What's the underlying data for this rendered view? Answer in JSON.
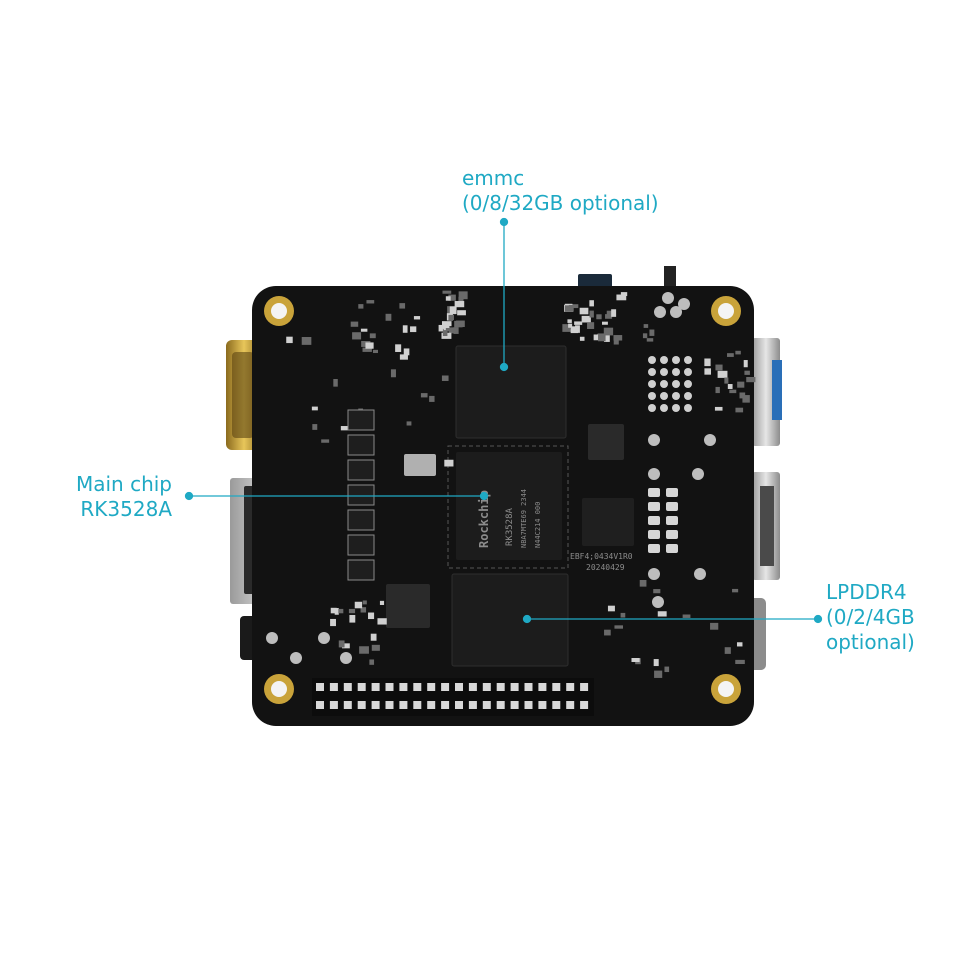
{
  "annotations": {
    "emmc": {
      "line1": "emmc",
      "line2": "(0/8/32GB optional)"
    },
    "main_chip": {
      "line1": "Main chip",
      "line2": "RK3528A"
    },
    "lpddr4": {
      "line1": "LPDDR4",
      "line2": "(0/2/4GB",
      "line3": "optional)"
    }
  },
  "board_markings": {
    "brand": "Rockchip",
    "chip_model": "RK3528A",
    "chip_line2": "NBA7MTE69 2344",
    "chip_line3": "N44C214 000",
    "pcb_id": "EBF4;0434V1R0",
    "pcb_date": "20240429"
  },
  "colors": {
    "accent": "#1fa9c4",
    "pcb": "#121212",
    "gold": "#c9a33a"
  }
}
